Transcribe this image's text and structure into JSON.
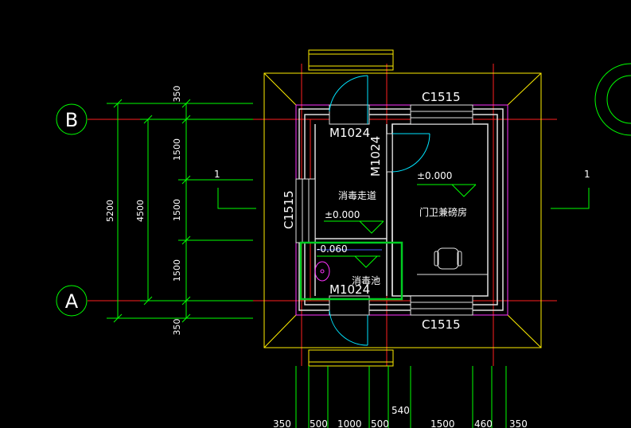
{
  "axes": {
    "b": "B",
    "a": "A"
  },
  "dimensions": {
    "left_outer": "5200",
    "left_inner": "4500",
    "left_segments": [
      "350",
      "1500",
      "1500",
      "1500",
      "350"
    ],
    "bottom_segments": [
      "350",
      "500",
      "1000",
      "500",
      "1500",
      "460",
      "350"
    ],
    "bottom_extra": "540"
  },
  "section_marks": {
    "left": "1",
    "right": "1"
  },
  "windows": {
    "top": "C1515",
    "bottom": "C1515",
    "left": "C1515"
  },
  "doors": {
    "top": "M1024",
    "inner": "M1024",
    "bottom": "M1024"
  },
  "rooms": {
    "corridor": "消毒走道",
    "guard_room": "门卫兼磅房",
    "pool": "消毒池"
  },
  "elevations": {
    "corridor": "±0.000",
    "guard_room": "±0.000",
    "pool": "-0.060"
  },
  "colors": {
    "background": "#000000",
    "dimension": "#00ff00",
    "wall": "#dddddd",
    "axis_line": "#ff0000",
    "roof_outline": "#ffff00",
    "door_swing": "#00ffff",
    "highlight": "#00cc00",
    "eave": "#ff00ff"
  }
}
